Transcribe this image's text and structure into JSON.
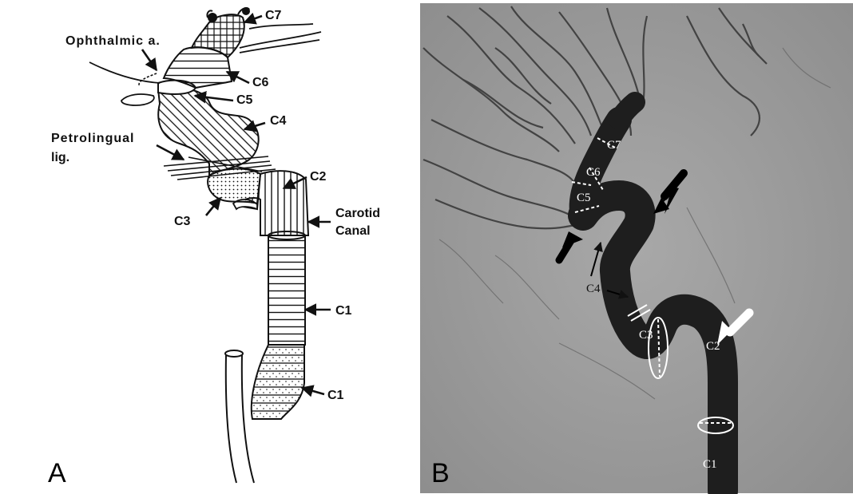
{
  "panel_a": {
    "letter": "A",
    "labels": {
      "c7": "C7",
      "ophthalmic": "Ophthalmic a.",
      "c6": "C6",
      "c5": "C5",
      "c4": "C4",
      "petrolingual_1": "Petrolingual",
      "petrolingual_2": "lig.",
      "c2": "C2",
      "c3": "C3",
      "carotid_1": "Carotid",
      "carotid_2": "Canal",
      "c1_upper": "C1",
      "c1_lower": "C1"
    }
  },
  "panel_b": {
    "letter": "B",
    "labels": {
      "c7": "C7",
      "c6": "C6",
      "c5": "C5",
      "c4": "C4",
      "c3": "C3",
      "c2": "C2",
      "c1": "C1"
    }
  },
  "colors": {
    "ink": "#111111",
    "angiogram_bg": "#9e9e9e",
    "vessel": "#202020",
    "marker_white": "#ffffff"
  }
}
